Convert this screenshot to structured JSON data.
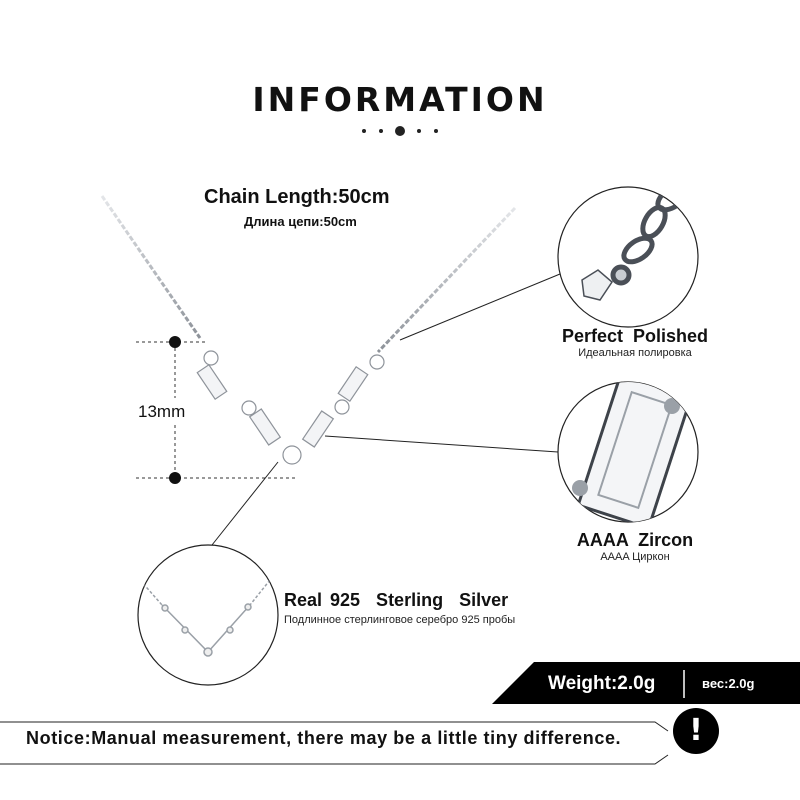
{
  "header": {
    "title": "INFORMATION"
  },
  "chain": {
    "length_en": "Chain Length:50cm",
    "length_ru": "Длина цепи:50cm"
  },
  "measure": {
    "height_label": "13mm"
  },
  "features": {
    "polished": {
      "en": "Perfect  Polished",
      "ru": "Идеальная полировка"
    },
    "zircon": {
      "en": "AAAA  Zircon",
      "ru": "AAAA Циркон"
    },
    "silver": {
      "en": "Real 925  Sterling  Silver",
      "ru": "Подлинное стерлинговое серебро 925 пробы"
    }
  },
  "weight": {
    "label": "Weight:2.0g",
    "label_ru": "вес:2.0g"
  },
  "notice": {
    "text": "Notice:Manual measurement, there may be a little tiny difference.",
    "icon": "exclamation-icon"
  },
  "colors": {
    "accent": "#000000",
    "silver": "#b8bcc2",
    "background": "#ffffff"
  }
}
